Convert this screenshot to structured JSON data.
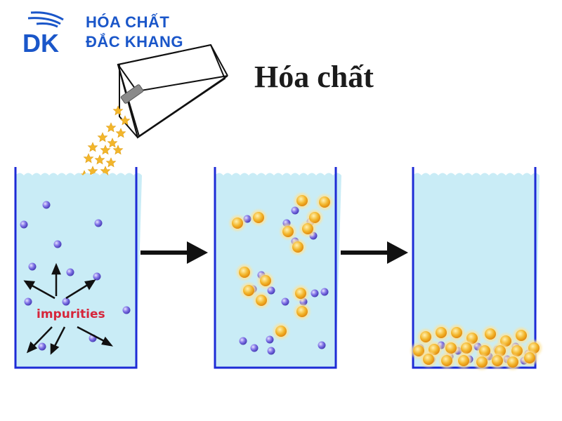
{
  "brand": {
    "line1": "HÓA CHẤT",
    "line2": "ĐẮC KHANG",
    "logo_text": "DK",
    "color": "#1a56c9"
  },
  "heading": "Hóa chất",
  "impurities_label": "impurities",
  "colors": {
    "water": "#c9ecf6",
    "beaker_wall": "#1d2bd6",
    "impurity_particle": "#7b6ee0",
    "coagulant_particle": "#f3b62b",
    "arrow": "#111111",
    "label": "#d6263b"
  },
  "icons": [
    "chemical-box-icon",
    "star-icon",
    "arrow-right-icon"
  ]
}
